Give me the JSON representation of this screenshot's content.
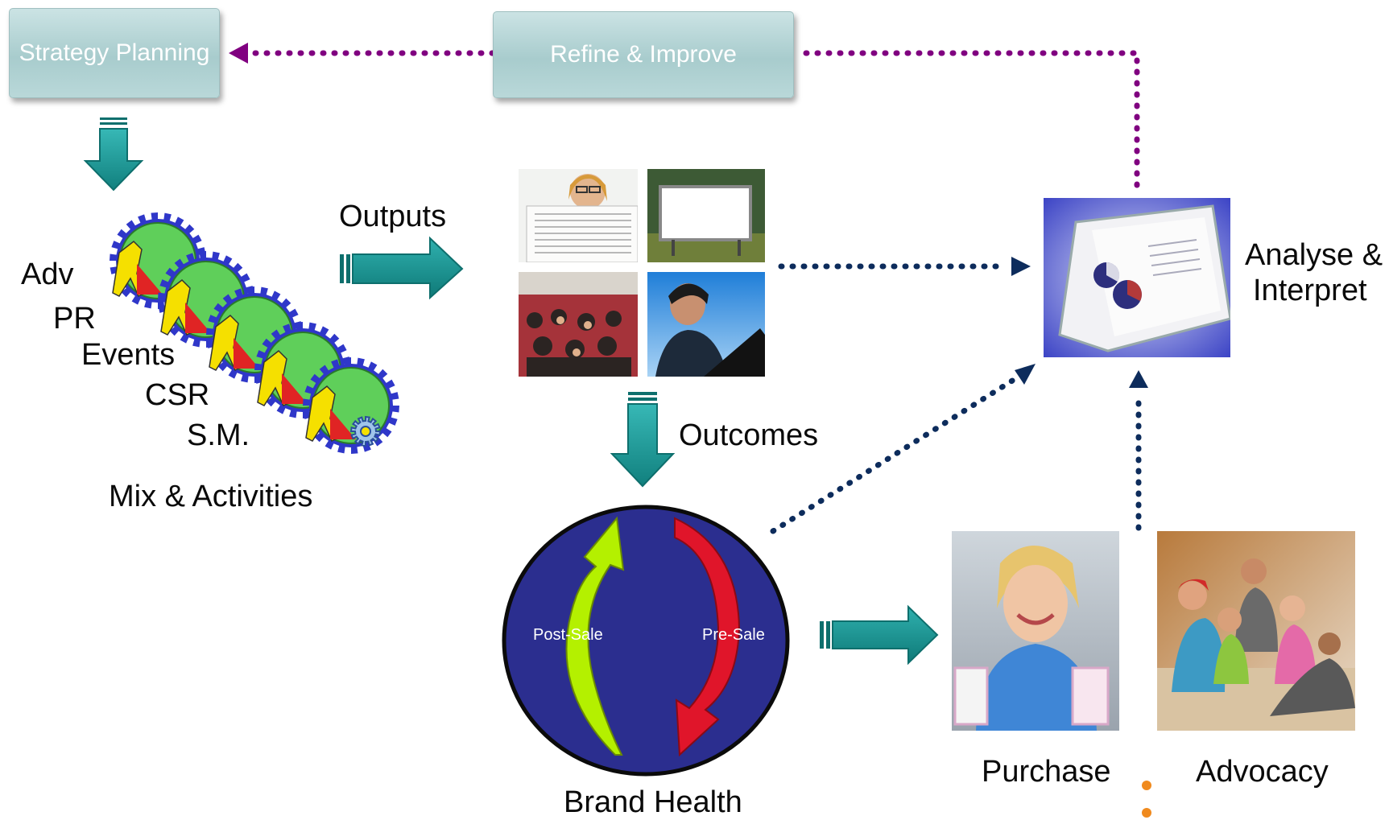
{
  "top": {
    "strategy_label": "Strategy Planning",
    "refine_label": "Refine & Improve"
  },
  "mix": {
    "items": [
      "Adv",
      "PR",
      "Events",
      "CSR",
      "S.M."
    ],
    "caption": "Mix & Activities"
  },
  "flow": {
    "outputs_label": "Outputs",
    "outcomes_label": "Outcomes",
    "analyse_label_line1": "Analyse &",
    "analyse_label_line2": "Interpret"
  },
  "brand_health": {
    "caption": "Brand Health",
    "post_sale_label": "Post-Sale",
    "pre_sale_label": "Pre-Sale"
  },
  "results": {
    "purchase_label": "Purchase",
    "advocacy_label": "Advocacy"
  },
  "colors": {
    "teal_arrow": "#1a9a98",
    "purple_dots": "#800080",
    "navy_dots": "#0d2c5c",
    "globe": "#2b2e8f",
    "green_arrow": "#b4f000",
    "red_arrow": "#e0152a",
    "gear": "#2f37c9"
  }
}
